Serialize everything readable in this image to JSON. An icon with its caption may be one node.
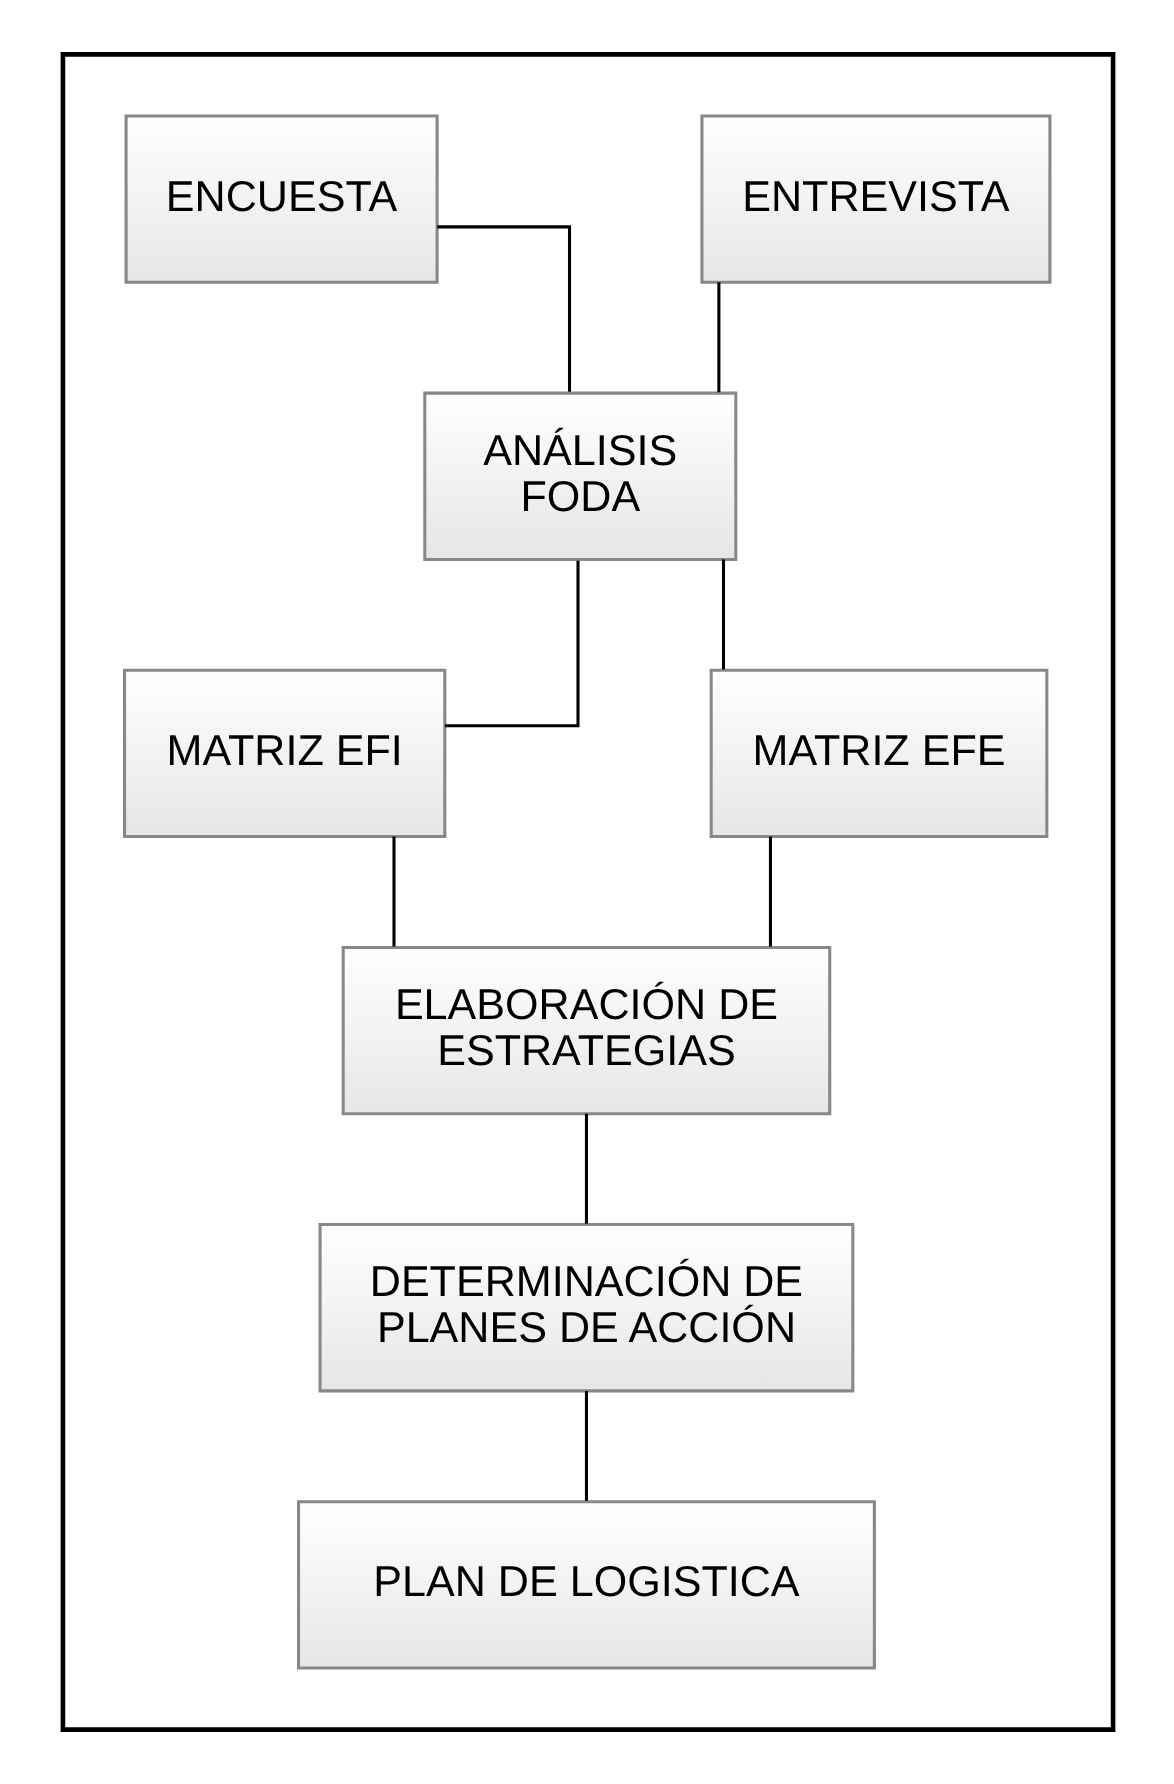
{
  "diagram": {
    "nodes": [
      {
        "text": [],
        "shape": "box"
      },
      {
        "text": [
          "ENCUESTA"
        ],
        "in": 0
      },
      {
        "text": [
          "ENTREVISTA"
        ],
        "in": 0
      },
      {
        "text": [
          "ANÁLISIS FODA"
        ],
        "in": 0
      },
      {
        "text": [
          "MATRIZ EFI"
        ],
        "in": 0
      },
      {
        "text": [
          "MATRIZ EFE"
        ],
        "in": 0
      },
      {
        "text": [
          "ELABORACIÓN DE ESTRATEGIAS"
        ],
        "in": 0
      },
      {
        "text": [
          "DETERMINACIÓN DE PLANES DE ACCIÓN"
        ],
        "in": 0
      },
      {
        "text": [
          "PLAN DE LOGISTICA"
        ],
        "in": 0
      }
    ],
    "edges": [
      {
        "from": 1,
        "to": 3,
        "arrow": "none"
      },
      {
        "from": 2,
        "to": 3,
        "arrow": "none"
      },
      {
        "from": 3,
        "to": 4,
        "arrow": "none"
      },
      {
        "from": 3,
        "to": 5,
        "arrow": "none"
      },
      {
        "from": 4,
        "to": 6,
        "arrow": "none"
      },
      {
        "from": 5,
        "to": 6,
        "arrow": "none"
      },
      {
        "from": 6,
        "to": 7,
        "arrow": "none"
      },
      {
        "from": 7,
        "to": 8,
        "arrow": "none"
      }
    ]
  }
}
